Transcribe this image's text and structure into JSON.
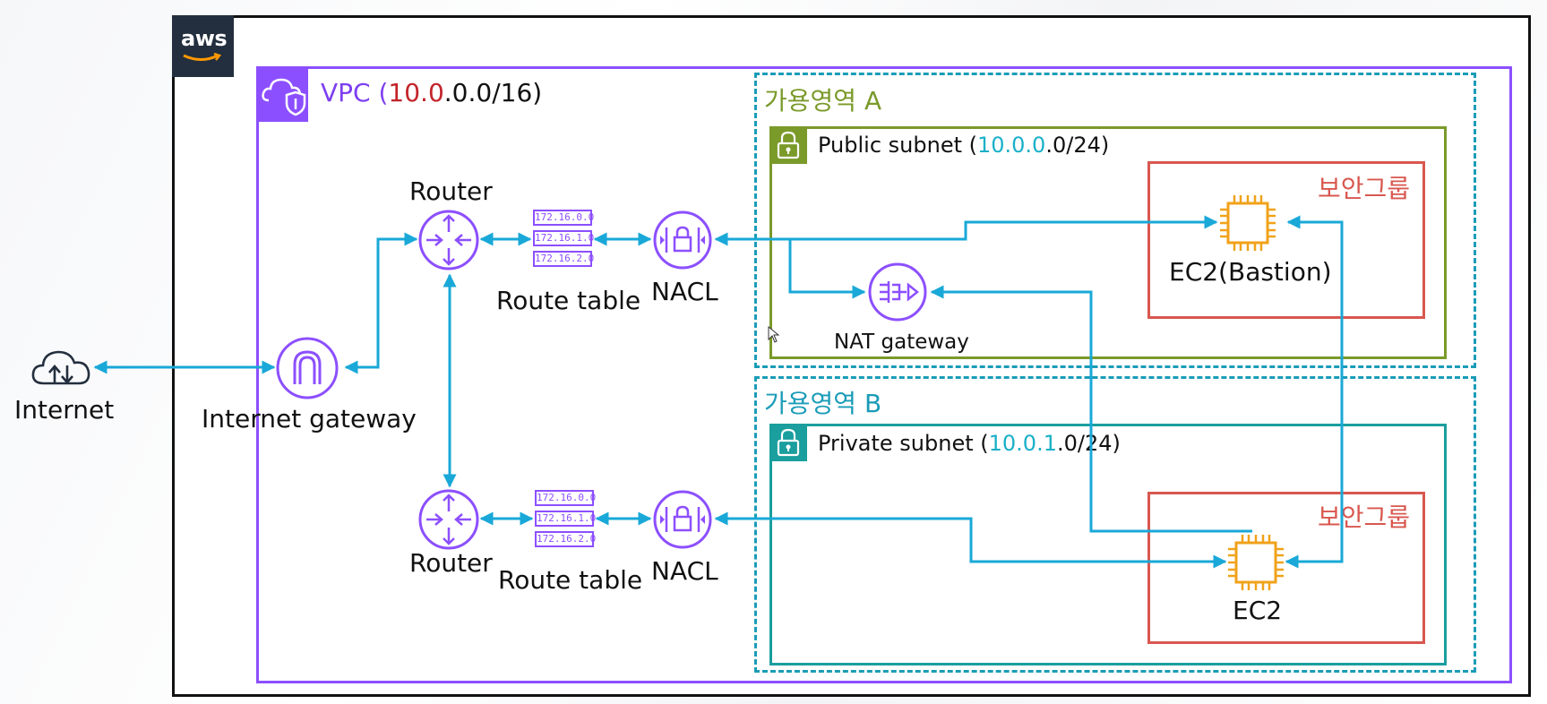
{
  "aws": {
    "logo_text": "aws"
  },
  "vpc": {
    "prefix": "VPC (",
    "cidr_red": "10.0",
    "cidr_rest": ".0.0/16)"
  },
  "zones": {
    "a": {
      "label": "가용영역 A",
      "color": "#7a9a2a"
    },
    "b": {
      "label": "가용영역 B",
      "color": "#1a9cb8"
    }
  },
  "public_subnet": {
    "prefix": "Public subnet (",
    "cidr_colored": "10.0.0",
    "cidr_rest": ".0/24)",
    "color": "#1ab0c8"
  },
  "private_subnet": {
    "prefix": "Private subnet (",
    "cidr_colored": "10.0.1",
    "cidr_rest": ".0/24)",
    "color": "#1ab0c8"
  },
  "security_group_label": "보안그룹",
  "nodes": {
    "internet": "Internet",
    "internet_gateway": "Internet gateway",
    "router_top": "Router",
    "router_bottom": "Router",
    "route_table_top": "Route table",
    "route_table_bottom": "Route table",
    "nacl_top": "NACL",
    "nacl_bottom": "NACL",
    "nat_gateway": "NAT gateway",
    "ec2_bastion": "EC2(Bastion)",
    "ec2": "EC2"
  },
  "route_table_rows": [
    "172.16.0.0",
    "172.16.1.0",
    "172.16.2.0"
  ],
  "colors": {
    "vpc": "#8c4fff",
    "arrow": "#19a8d8",
    "ec2": "#f0a21a",
    "security_group": "#d8574f",
    "public_subnet": "#7a9a2a",
    "private_subnet": "#1a9e9e"
  }
}
